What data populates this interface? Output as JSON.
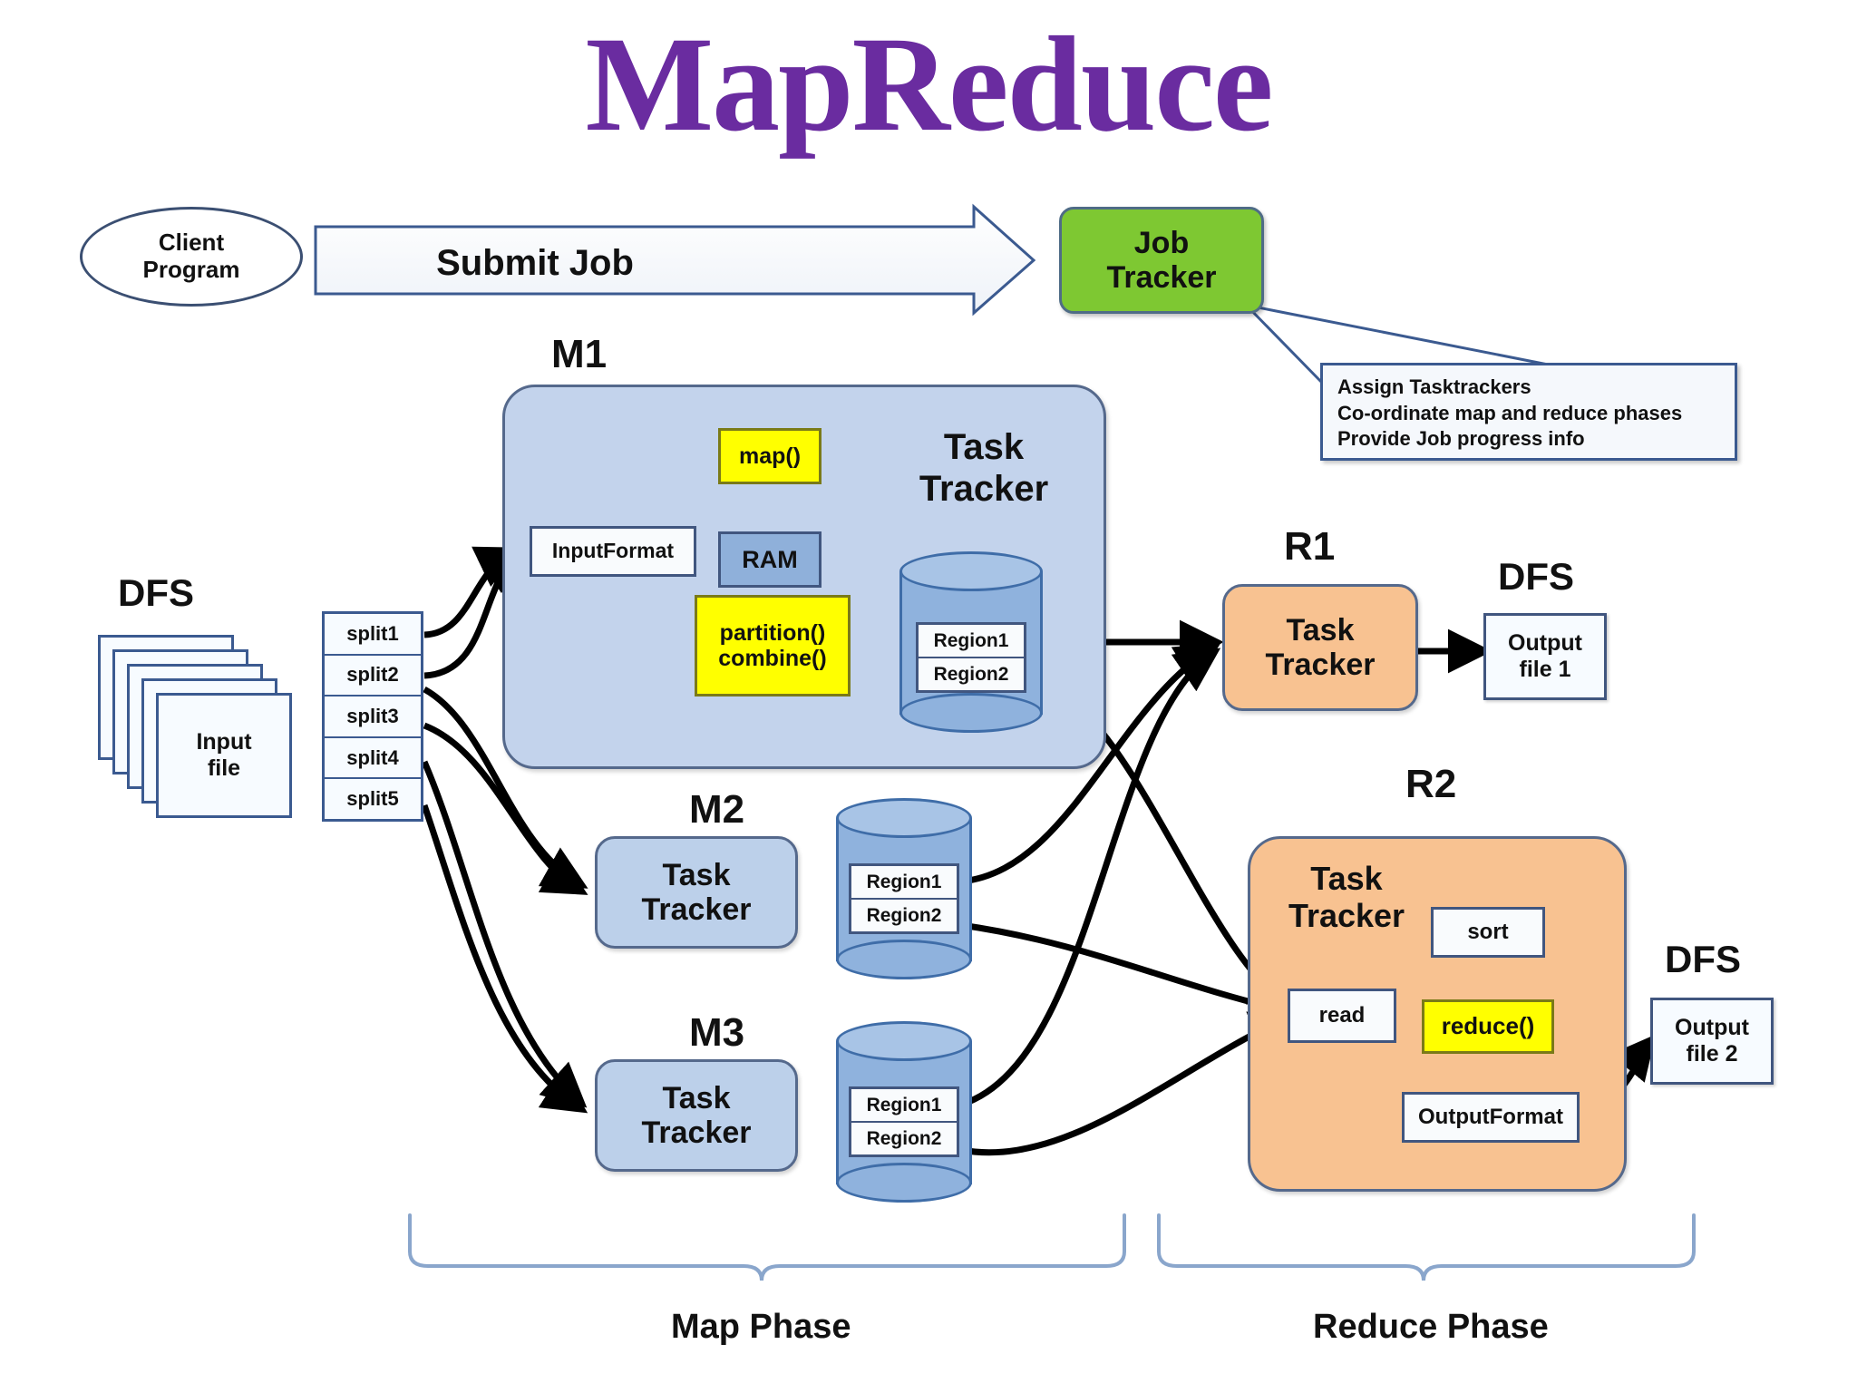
{
  "title": "MapReduce",
  "client": {
    "line1": "Client",
    "line2": "Program"
  },
  "submit": {
    "label": "Submit Job"
  },
  "job_tracker": {
    "line1": "Job",
    "line2": "Tracker",
    "color": "#7ec832"
  },
  "job_tracker_note": {
    "lines": [
      "Assign Tasktrackers",
      "Co-ordinate map and reduce phases",
      "Provide Job progress info"
    ]
  },
  "dfs": {
    "left_label": "DFS",
    "right_label_top": "DFS",
    "right_label_bottom": "DFS",
    "input_file": {
      "line1": "Input",
      "line2": "file"
    }
  },
  "splits": [
    "split1",
    "split2",
    "split3",
    "split4",
    "split5"
  ],
  "mappers": [
    {
      "tag": "M1",
      "title_line1": "Task",
      "title_line2": "Tracker",
      "inner": {
        "input_format": "InputFormat",
        "map_fn": "map()",
        "ram": "RAM",
        "partition_line1": "partition()",
        "partition_line2": "combine()"
      },
      "regions": [
        "Region1",
        "Region2"
      ]
    },
    {
      "tag": "M2",
      "title_line1": "Task",
      "title_line2": "Tracker",
      "regions": [
        "Region1",
        "Region2"
      ]
    },
    {
      "tag": "M3",
      "title_line1": "Task",
      "title_line2": "Tracker",
      "regions": [
        "Region1",
        "Region2"
      ]
    }
  ],
  "reducers": [
    {
      "tag": "R1",
      "title_line1": "Task",
      "title_line2": "Tracker",
      "output": {
        "line1": "Output",
        "line2": "file 1"
      }
    },
    {
      "tag": "R2",
      "title_line1": "Task",
      "title_line2": "Tracker",
      "inner": {
        "read": "read",
        "sort": "sort",
        "reduce_fn": "reduce()",
        "output_format": "OutputFormat"
      },
      "output": {
        "line1": "Output",
        "line2": "file 2"
      }
    }
  ],
  "phases": {
    "map": "Map Phase",
    "reduce": "Reduce Phase"
  },
  "colors": {
    "title": "#6a2ca0",
    "job_tracker": "#7ec832",
    "mapper_fill": "#c3d3ec",
    "reducer_fill": "#f8c291",
    "highlight": "#ffff00",
    "ram": "#8fb0da",
    "stroke": "#3b5a90"
  }
}
